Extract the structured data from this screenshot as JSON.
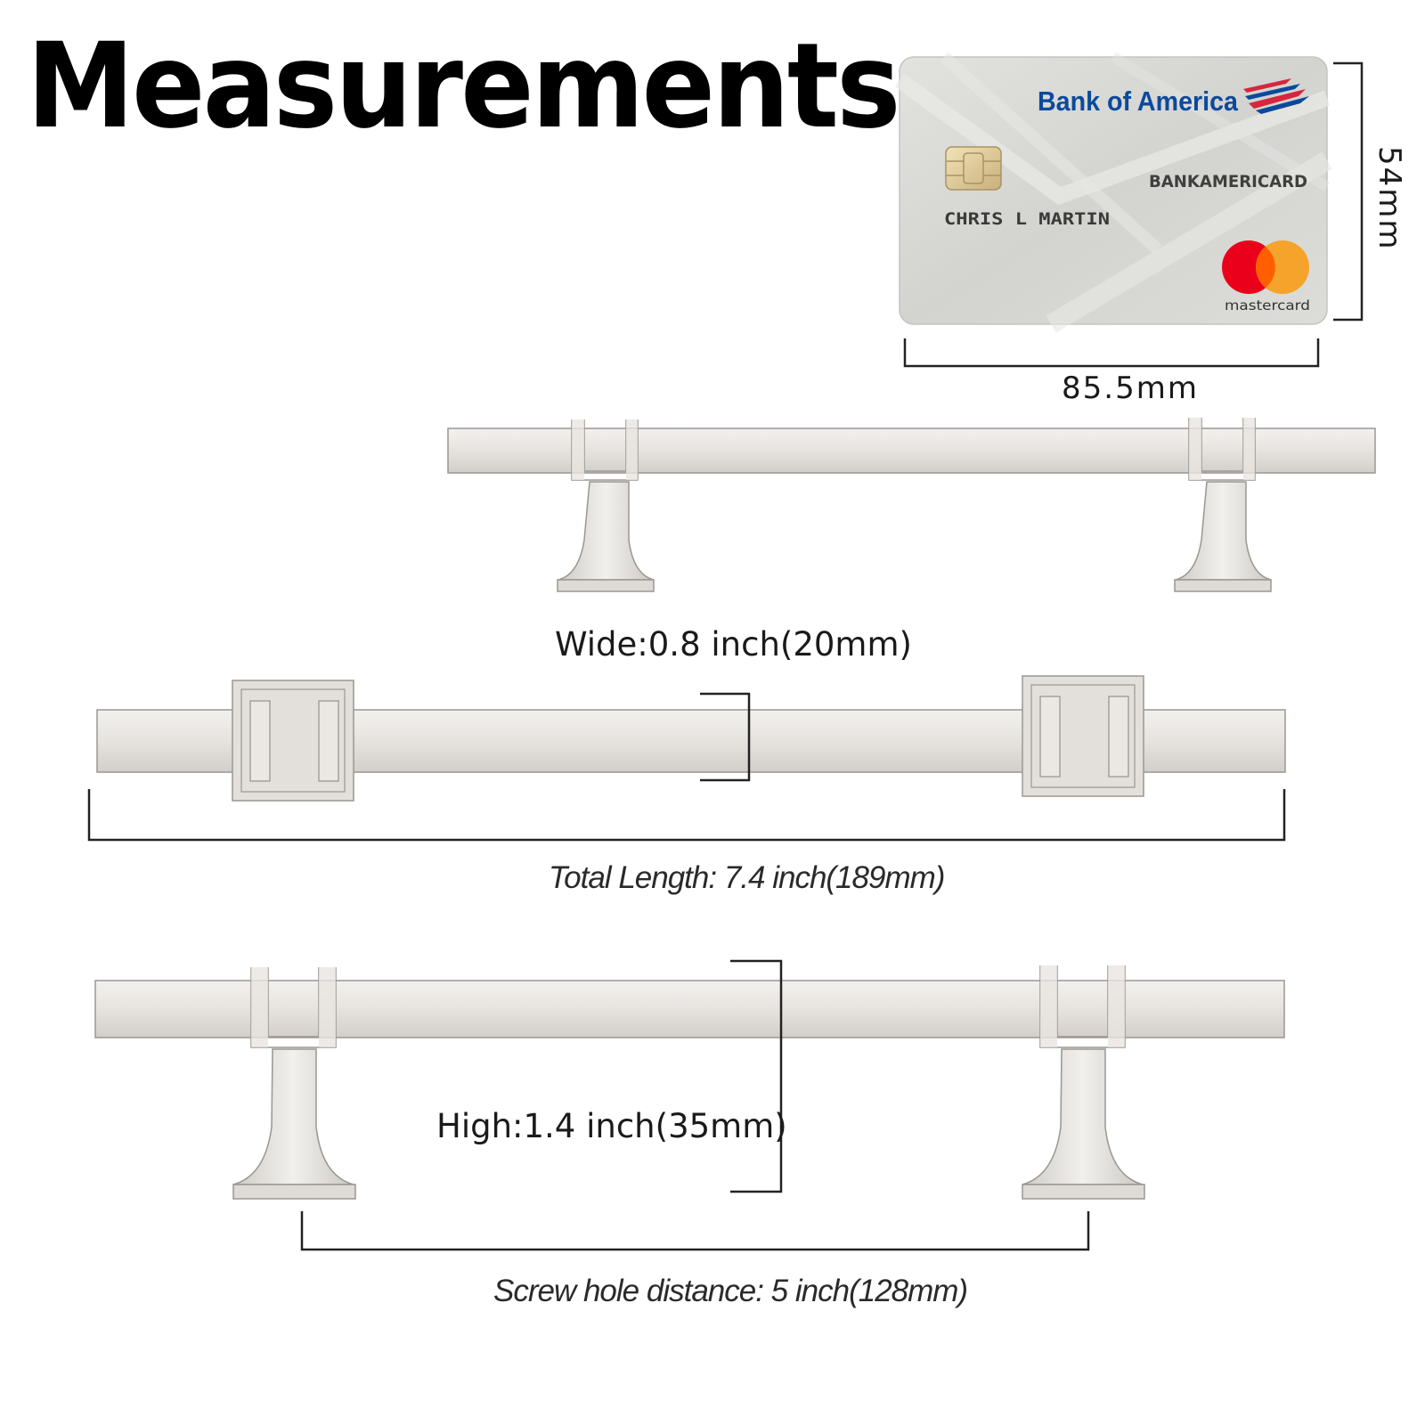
{
  "title": "Measurements",
  "card": {
    "bank_name": "Bank of America",
    "product_name": "BANKAMERICARD",
    "holder_name": "CHRIS L MARTIN",
    "network_name": "mastercard",
    "width_label": "85.5mm",
    "height_label": "54mm"
  },
  "dimensions": {
    "wide_label": "Wide:0.8 inch(20mm)",
    "total_length_label": "Total Length: 7.4 inch(189mm)",
    "high_label": "High:1.4 inch(35mm)",
    "screw_hole_label": "Screw hole distance: 5 inch(128mm)"
  },
  "colors": {
    "metal_light": "#e9e6e2",
    "metal_mid": "#d6d3ce",
    "metal_edge": "#9a9792",
    "card_bg": "#d9d9d6",
    "bank_blue": "#0b4a9b",
    "bank_red": "#d7263d",
    "mc_red": "#eb001b",
    "mc_orange": "#f79e1b"
  }
}
